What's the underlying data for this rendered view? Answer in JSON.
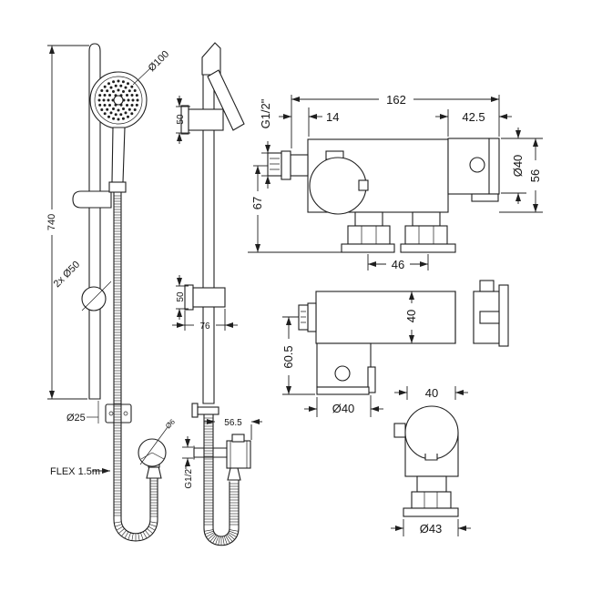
{
  "labels": {
    "left_view": {
      "rail_height": "740",
      "head_diameter": "Ø100",
      "brackets_note": "2x Ø50",
      "rail_diameter": "Ø25",
      "flex_length": "FLEX 1.5m",
      "outlet_diameter": "Ø6"
    },
    "middle_view": {
      "holder_top_height": "50",
      "holder_mid_height": "50",
      "holder_offset": "76",
      "outlet_offset": "56.5",
      "outlet_thread": "G1/2\""
    },
    "valve_front": {
      "overall_width": "162",
      "inlet_projection": "14",
      "right_block_width": "42.5",
      "inlet_thread": "G1/2\"",
      "body_diameter": "Ø40",
      "body_outer_height": "56",
      "inlet_to_base": "67",
      "leg_centres": "46"
    },
    "valve_side": {
      "body_height": "40",
      "depth": "60.5",
      "foot_diameter": "Ø40"
    },
    "valve_end": {
      "body_width": "40",
      "flange_diameter": "Ø43"
    }
  }
}
